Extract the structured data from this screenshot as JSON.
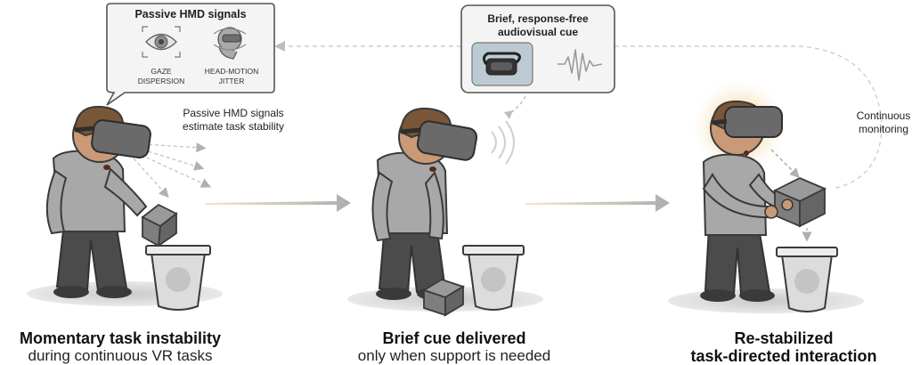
{
  "signals_box": {
    "title": "Passive HMD signals",
    "gaze_label_line1": "GAZE",
    "gaze_label_line2": "DISPERSION",
    "head_label_line1": "HEAD-MOTION",
    "head_label_line2": "JITTER"
  },
  "signals_note": {
    "line1": "Passive HMD signals",
    "line2": "estimate task stability"
  },
  "cue_box": {
    "title_line1": "Brief, response-free",
    "title_line2": "audiovisual cue"
  },
  "monitoring_note": {
    "line1": "Continuous",
    "line2": "monitoring"
  },
  "panels": [
    {
      "title": "Momentary task instability",
      "subtitle": "during continuous VR tasks"
    },
    {
      "title": "Brief cue delivered",
      "subtitle": "only when support is needed"
    },
    {
      "title": "Re-stabilized",
      "subtitle": "task-directed interaction"
    }
  ],
  "colors": {
    "outline": "#3a3a3a",
    "shirt": "#a8a8a8",
    "pants": "#4b4b4b",
    "skin": "#c99a75",
    "hair": "#7a5638",
    "headset": "#6a6a6a",
    "arrow": "#b5b5b5",
    "glow": "#f2c98a"
  }
}
